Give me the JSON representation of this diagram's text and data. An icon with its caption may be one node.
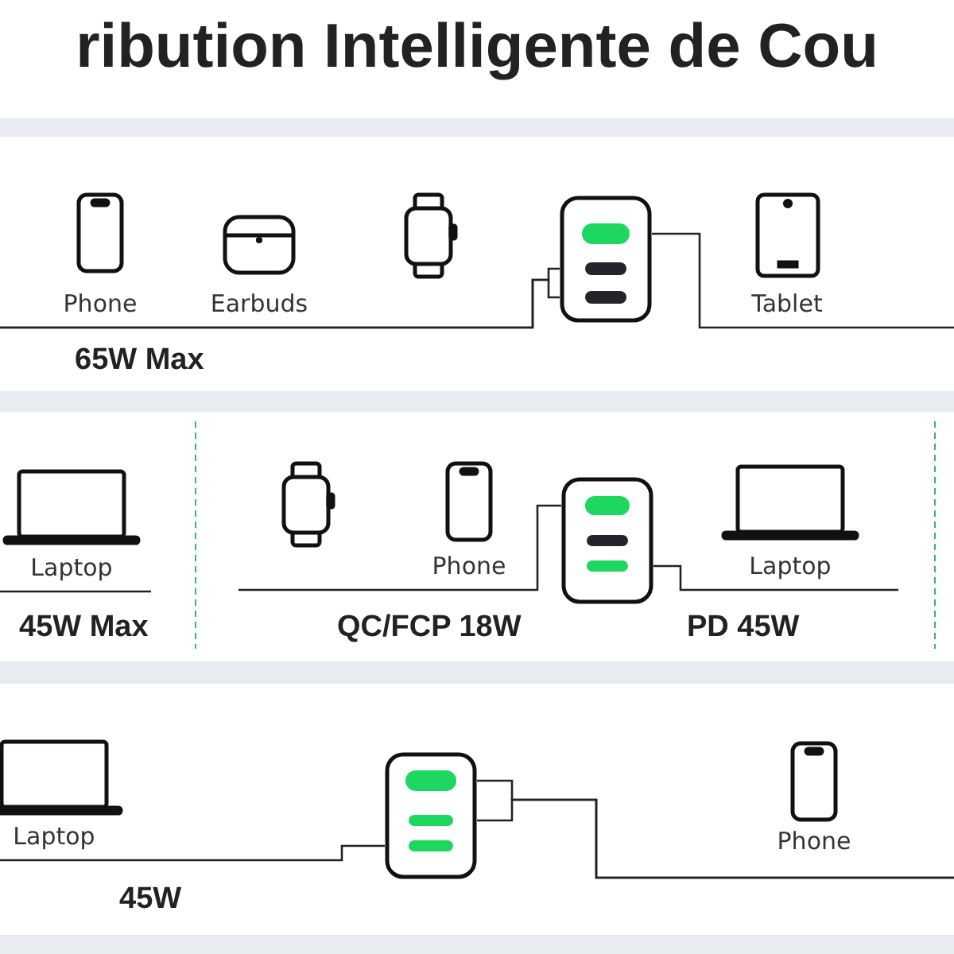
{
  "diagram": {
    "title": "ribution Intelligente de Cou",
    "nodes": [
      {
        "text": [
          "Phone"
        ]
      },
      {
        "text": [
          "Earbuds"
        ]
      },
      {
        "text": [],
        "shape": "watch"
      },
      {
        "text": [],
        "shape": "charger"
      },
      {
        "text": [
          "Tablet"
        ]
      },
      {
        "text": [
          "Laptop"
        ]
      },
      {
        "text": [],
        "shape": "watch"
      },
      {
        "text": [
          "Phone"
        ]
      },
      {
        "text": [],
        "shape": "charger"
      },
      {
        "text": [
          "Laptop"
        ]
      },
      {
        "text": [
          "Laptop"
        ]
      },
      {
        "text": [],
        "shape": "charger"
      },
      {
        "text": [
          "Phone"
        ]
      }
    ],
    "edges": [
      {
        "from": 3,
        "to": null,
        "arrow": "none"
      },
      {
        "from": 3,
        "to": null,
        "arrow": "none"
      },
      {
        "from": 3,
        "to": null,
        "arrow": "none"
      },
      {
        "from": 8,
        "to": null,
        "arrow": "none"
      },
      {
        "from": 8,
        "to": null,
        "arrow": "none"
      },
      {
        "from": 11,
        "to": 10,
        "arrow": "none"
      },
      {
        "from": 11,
        "to": null,
        "arrow": "none"
      },
      {
        "from": 11,
        "to": null,
        "arrow": "none"
      }
    ],
    "labels": [
      "65W Max",
      "45W Max",
      "QC/FCP 18W",
      "PD 45W",
      "45W"
    ]
  }
}
